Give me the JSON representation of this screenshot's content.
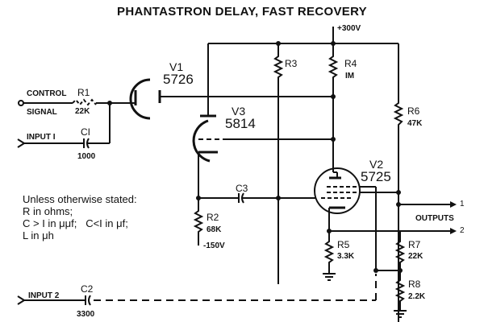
{
  "title": "PHANTASTRON DELAY, FAST RECOVERY",
  "supply": {
    "positive": "+300V",
    "negative": "-150V"
  },
  "inputs": {
    "control": {
      "line1": "CONTROL",
      "line2": "SIGNAL"
    },
    "input1": "INPUT I",
    "input2": "INPUT 2"
  },
  "outputs": {
    "label": "OUTPUTS",
    "out1": "1",
    "out2": "2"
  },
  "tubes": [
    {
      "ref": "V1",
      "type": "5726"
    },
    {
      "ref": "V2",
      "type": "5725"
    },
    {
      "ref": "V3",
      "type": "5814"
    }
  ],
  "resistors": [
    {
      "ref": "R1",
      "value": "22K"
    },
    {
      "ref": "R2",
      "value": "68K"
    },
    {
      "ref": "R3",
      "value": ""
    },
    {
      "ref": "R4",
      "value": "IM"
    },
    {
      "ref": "R5",
      "value": "3.3K"
    },
    {
      "ref": "R6",
      "value": "47K"
    },
    {
      "ref": "R7",
      "value": "22K"
    },
    {
      "ref": "R8",
      "value": "2.2K"
    }
  ],
  "capacitors": [
    {
      "ref": "CI",
      "value": "1000"
    },
    {
      "ref": "C2",
      "value": "3300"
    },
    {
      "ref": "C3",
      "value": ""
    }
  ],
  "notes": {
    "heading": "Unless otherwise stated:",
    "line1": "R in ohms;",
    "line2": "C > I in μμf;   C<I in μf;",
    "line3": "L in μh"
  }
}
